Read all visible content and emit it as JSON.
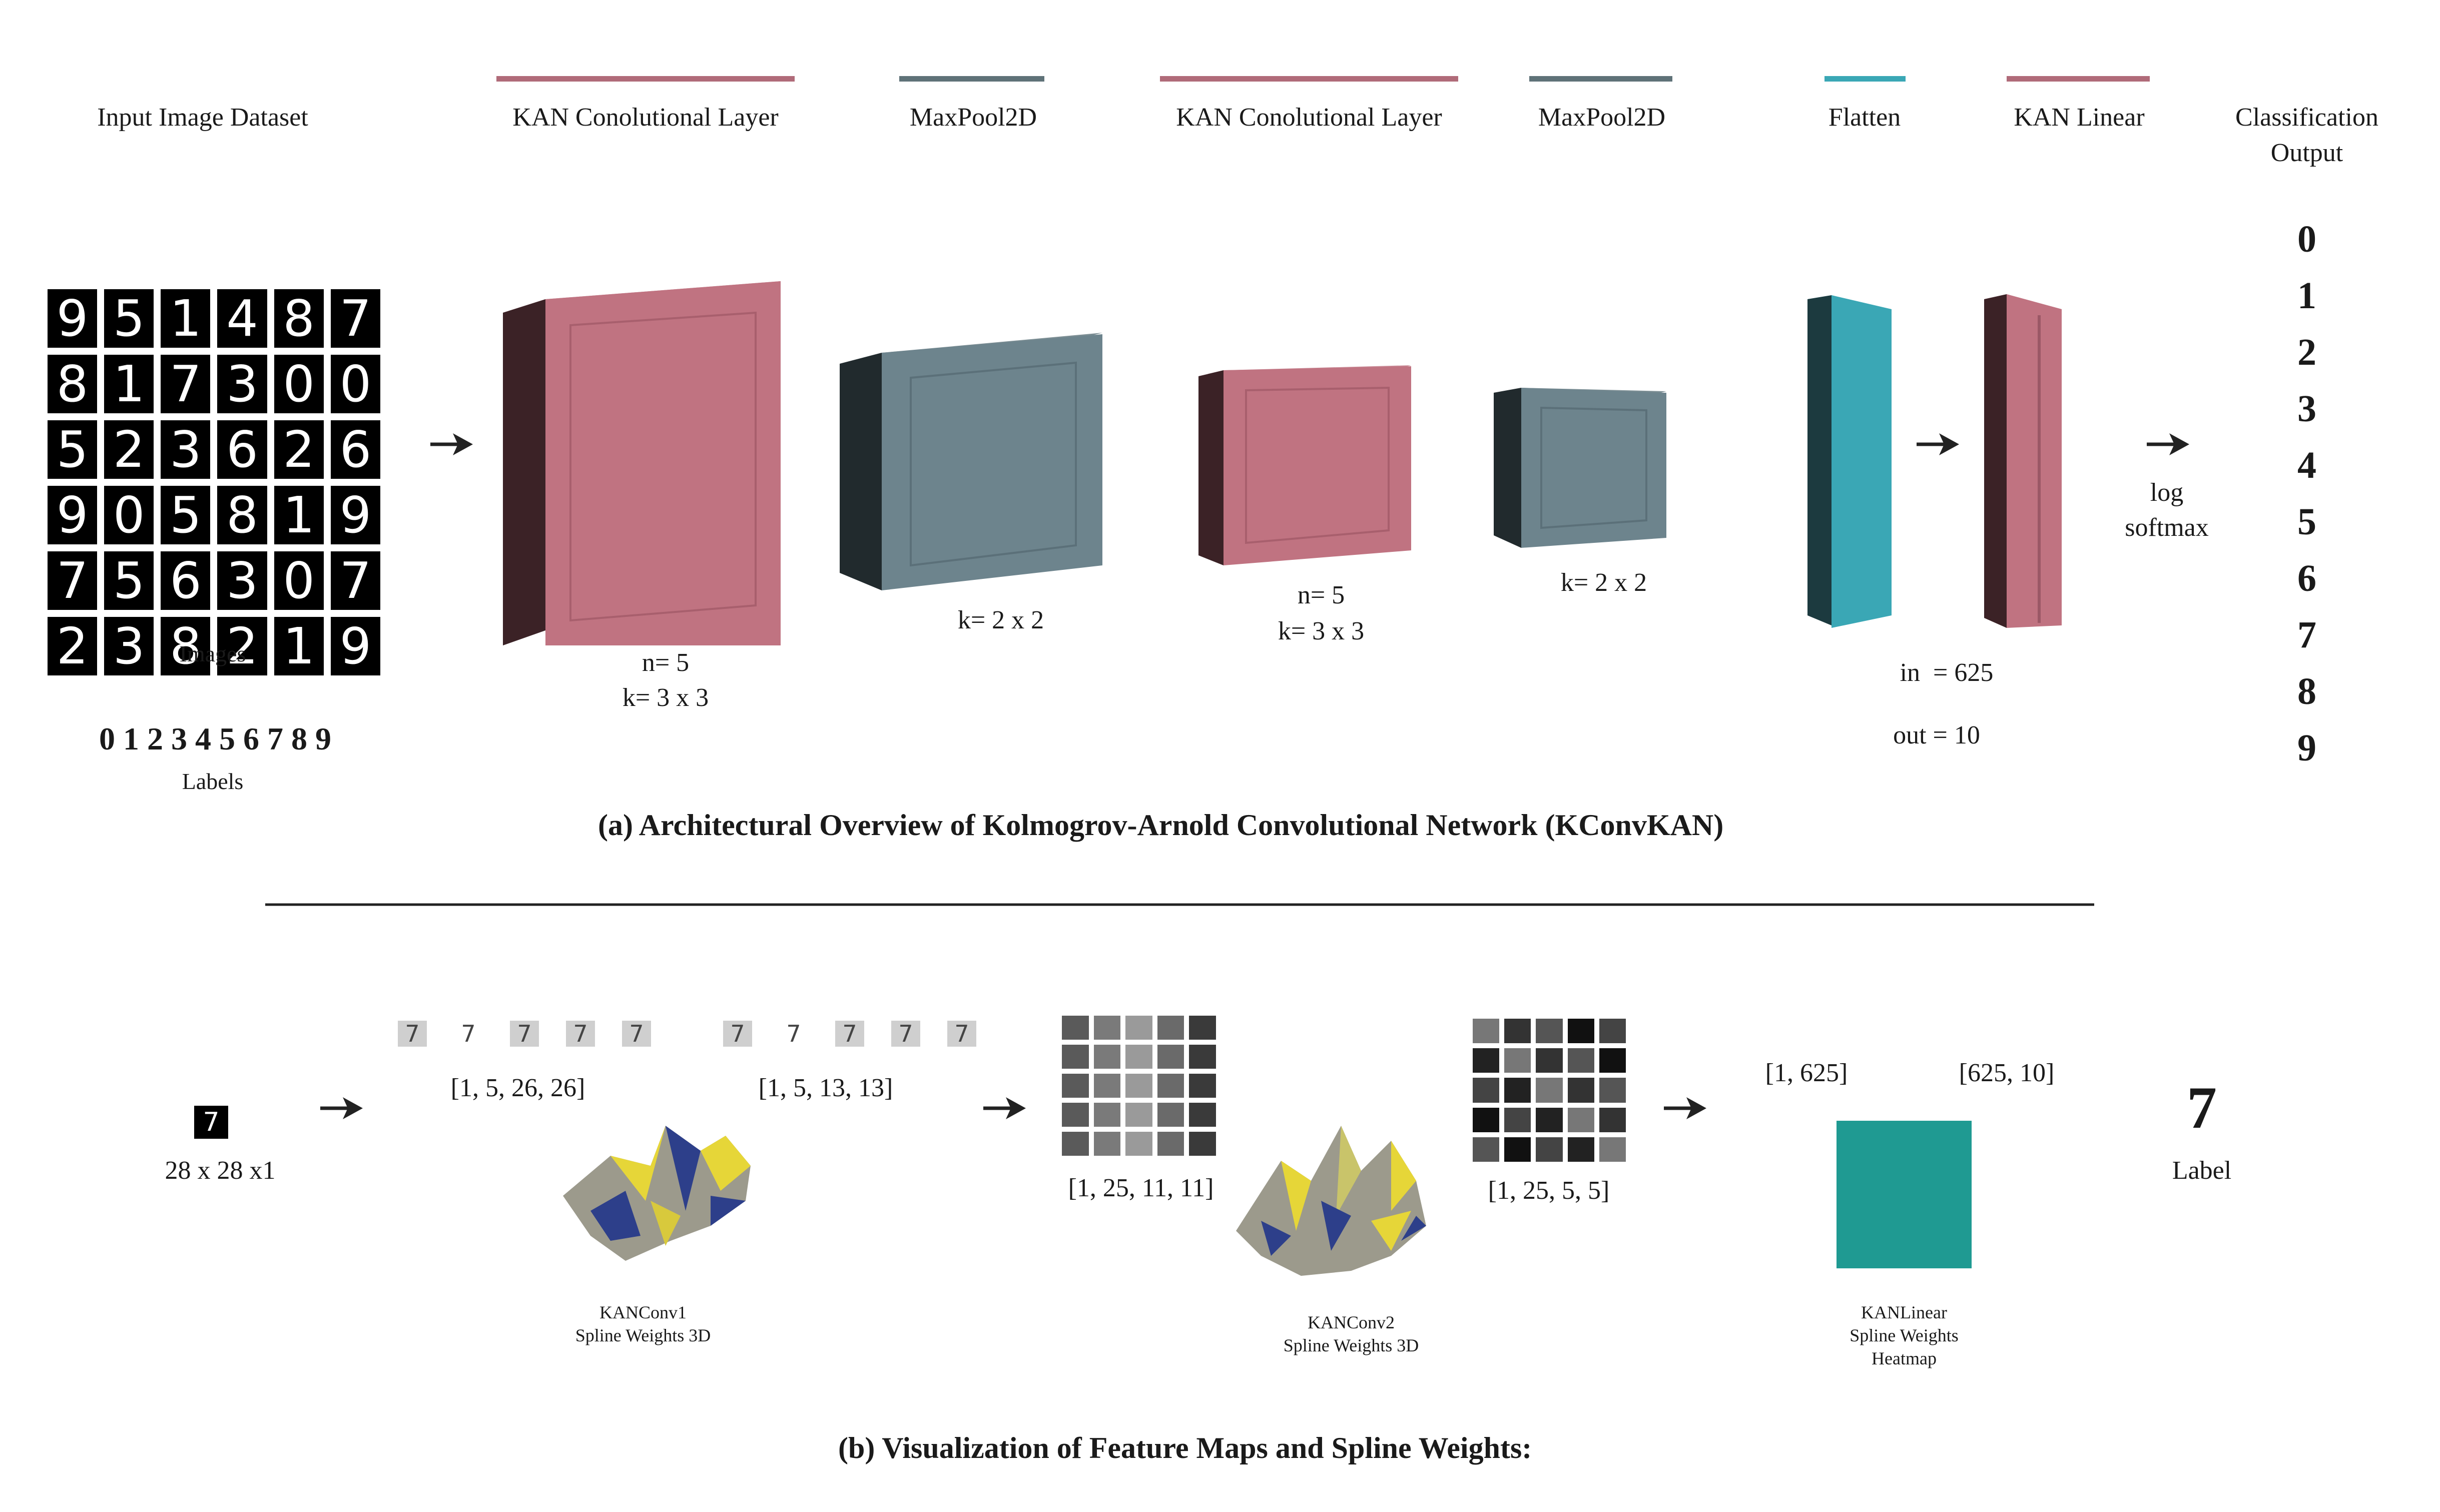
{
  "top_labels": {
    "input_dataset": "Input Image Dataset",
    "kan_conv_1": "KAN Conolutional Layer",
    "maxpool_1": "MaxPool2D",
    "kan_conv_2": "KAN Conolutional Layer",
    "maxpool_2": "MaxPool2D",
    "flatten": "Flatten",
    "kan_linear": "KAN Linear",
    "classification_output_l1": "Classification",
    "classification_output_l2": "Output"
  },
  "colors": {
    "kan_conv": "#b06b79",
    "maxpool": "#5f7278",
    "flatten": "#3aa7b5",
    "kan_linear": "#b06b79",
    "heatmap": "#1f9a92"
  },
  "input": {
    "mnist_digits": [
      "9",
      "5",
      "1",
      "4",
      "8",
      "7",
      "8",
      "1",
      "7",
      "3",
      "0",
      "0",
      "5",
      "2",
      "3",
      "6",
      "2",
      "6",
      "9",
      "0",
      "5",
      "8",
      "1",
      "9",
      "7",
      "5",
      "6",
      "3",
      "0",
      "7",
      "2",
      "3",
      "8",
      "2",
      "1",
      "9"
    ],
    "images_caption": "Images",
    "labels_text": "0 1 2 3 4 5 6 7 8 9",
    "labels_caption": "Labels"
  },
  "layers": {
    "conv1_n": "n= 5",
    "conv1_k": "k= 3 x 3",
    "pool1_k": "k= 2 x 2",
    "conv2_n": "n= 5",
    "conv2_k": "k= 3 x 3",
    "pool2_k": "k= 2 x 2",
    "linear_in": "in  = 625",
    "linear_out": "out = 10",
    "log_l1": "log",
    "log_l2": "softmax"
  },
  "output_classes": [
    "0",
    "1",
    "2",
    "3",
    "4",
    "5",
    "6",
    "7",
    "8",
    "9"
  ],
  "caption_a": "(a) Architectural Overview of Kolmogrov-Arnold Convolutional Network (KConvKAN)",
  "part_b": {
    "input_digit": "7",
    "input_shape": "28 x 28 x1",
    "shape_conv1": "[1, 5, 26, 26]",
    "shape_pool1": "[1, 5, 13, 13]",
    "shape_conv2": "[1, 25, 11, 11]",
    "shape_pool2": "[1, 25, 5, 5]",
    "shape_flat": "[1, 625]",
    "shape_linear": "[625, 10]",
    "kanconv1_l1": "KANConv1",
    "kanconv1_l2": "Spline Weights 3D",
    "kanconv2_l1": "KANConv2",
    "kanconv2_l2": "Spline Weights 3D",
    "kanlinear_l1": "KANLinear",
    "kanlinear_l2": "Spline Weights",
    "kanlinear_l3": "Heatmap",
    "output_digit": "7",
    "output_caption": "Label",
    "fmap_digit": "7"
  },
  "caption_b": "(b) Visualization of Feature Maps and Spline Weights:"
}
